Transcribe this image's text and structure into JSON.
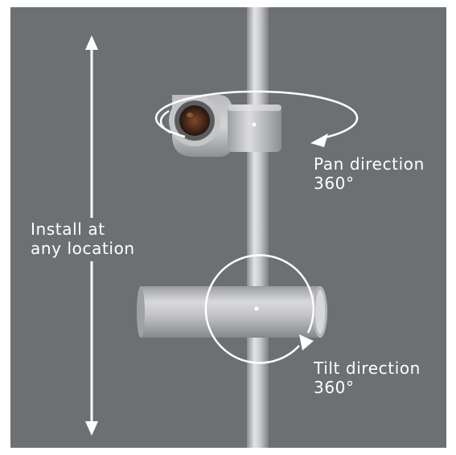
{
  "image": {
    "description_colors": {
      "background": "#6c7073",
      "frame": "#ffffff",
      "metal_light": "#d6d6d8",
      "metal_dark": "#8f9295",
      "annotation": "#ffffff"
    }
  },
  "labels": {
    "install": {
      "line1": "Install at",
      "line2": "any location"
    },
    "pan": {
      "line1": "Pan direction",
      "line2": "360°"
    },
    "tilt": {
      "line1": "Tilt direction",
      "line2": "360°"
    }
  },
  "icons": {
    "vertical_arrow": "double-headed-arrow-icon",
    "pan_arrow": "rotation-arrow-icon",
    "tilt_arrow": "rotation-arrow-icon"
  }
}
